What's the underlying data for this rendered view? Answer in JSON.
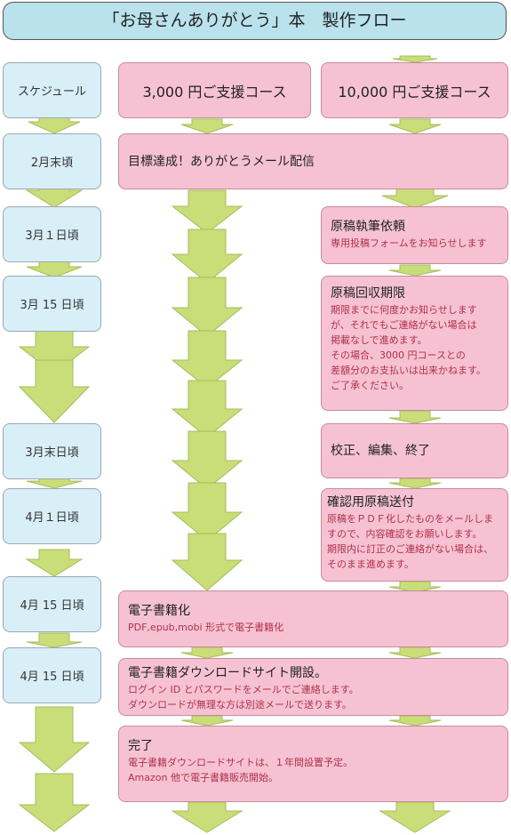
{
  "title": "「お母さんありがとう」本　製作フロー",
  "colors": {
    "arrow_fill": "#c9dd78",
    "arrow_stroke": "#a7bc5a",
    "date_bg": "#d8eff8",
    "step_bg": "#f6c2d3",
    "title_bg": "#b9e2ec",
    "accent_text": "#b0304a"
  },
  "schedule": [
    "スケジュール",
    "2月末頃",
    "3月１日頃",
    "3月 15 日頃",
    "3月末日頃",
    "4月１日頃",
    "4月 15 日頃",
    "4月 15 日頃"
  ],
  "courses": {
    "left": "3,000 円ご支援コース",
    "right": "10,000 円ご支援コース"
  },
  "steps": {
    "goal": "目標達成！ありがとうメール配信",
    "request": {
      "heading": "原稿執筆依頼",
      "lines": [
        "専用投稿フォームをお知らせします"
      ]
    },
    "deadline": {
      "heading": "原稿回収期限",
      "lines": [
        "期限までに何度かお知らせします",
        "が、それでもご連絡がない場合は",
        "掲載なしで進めます。",
        "その場合、3000 円コースとの",
        "差額分のお支払いは出来かねます。",
        "ご了承ください。"
      ]
    },
    "proof": "校正、編集、終了",
    "confirm": {
      "heading": "確認用原稿送付",
      "lines": [
        "原稿をＰＤＦ化したものをメールしま",
        "すので、内容確認をお願いします。",
        "期限内に訂正のご連絡がない場合は、",
        "そのまま進めます。"
      ]
    },
    "ebook": {
      "heading": "電子書籍化",
      "lines": [
        "PDF,epub,mobi 形式で電子書籍化"
      ]
    },
    "site": {
      "heading": "電子書籍ダウンロードサイト開設。",
      "lines": [
        "ログイン ID とパスワードをメールでご連絡します。",
        "ダウンロードが無理な方は別途メールで送ります。"
      ]
    },
    "done": {
      "heading": "完了",
      "lines": [
        "電子書籍ダウンロードサイトは、１年間設置予定。",
        "Amazon 他で電子書籍販売開始。"
      ]
    }
  }
}
